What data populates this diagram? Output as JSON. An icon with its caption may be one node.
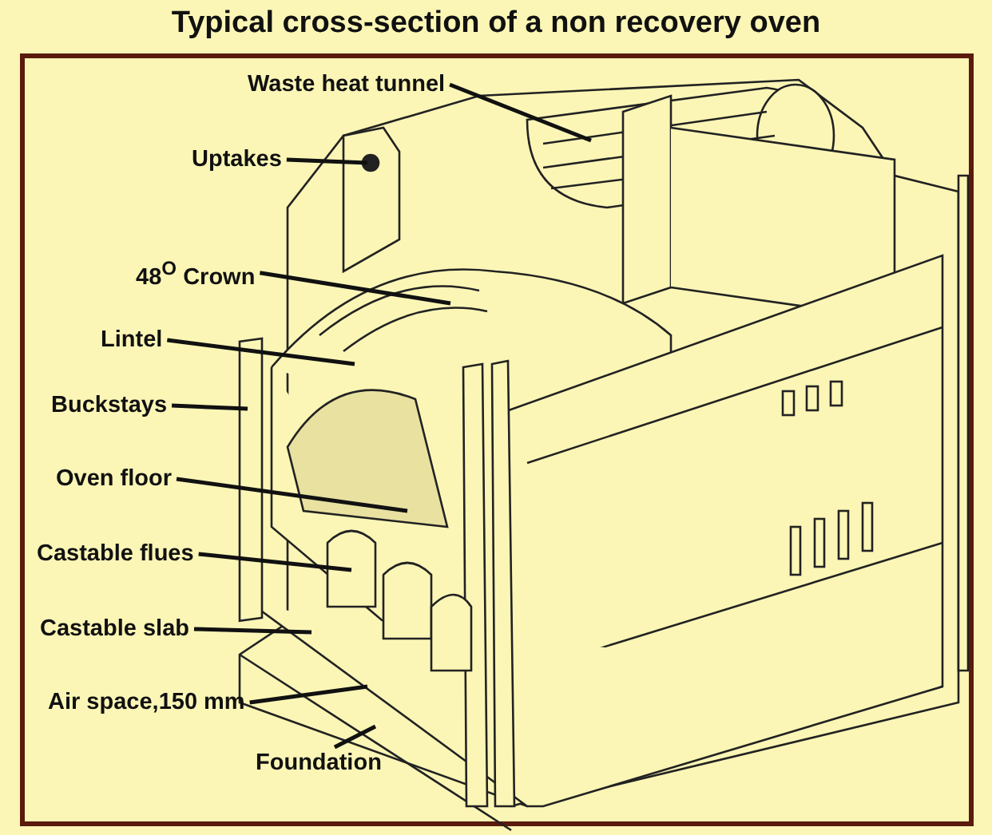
{
  "diagram": {
    "title": "Typical cross-section of a non recovery oven",
    "nodes": [
      {
        "text": [
          "Waste heat tunnel"
        ]
      },
      {
        "text": [
          "Uptakes"
        ]
      },
      {
        "text": [
          "48$^{O}$ Crown"
        ]
      },
      {
        "text": [
          "Lintel"
        ]
      },
      {
        "text": [
          "Buckstays"
        ]
      },
      {
        "text": [
          "Oven floor"
        ]
      },
      {
        "text": [
          "Castable flues"
        ]
      },
      {
        "text": [
          "Castable  slab"
        ]
      },
      {
        "text": [
          "Air space,150 mm"
        ]
      },
      {
        "text": [
          "Foundation"
        ]
      }
    ],
    "edges": [
      {
        "from": 0,
        "to": null,
        "arrow": "none"
      },
      {
        "from": 1,
        "to": null,
        "arrow": "none"
      },
      {
        "from": 2,
        "to": null,
        "arrow": "none"
      },
      {
        "from": 3,
        "to": null,
        "arrow": "none"
      },
      {
        "from": 4,
        "to": null,
        "arrow": "none"
      },
      {
        "from": 5,
        "to": null,
        "arrow": "none"
      },
      {
        "from": 6,
        "to": null,
        "arrow": "none"
      },
      {
        "from": 7,
        "to": null,
        "arrow": "none"
      },
      {
        "from": 8,
        "to": null,
        "arrow": "none"
      },
      {
        "from": 9,
        "to": null,
        "arrow": "none"
      }
    ]
  }
}
